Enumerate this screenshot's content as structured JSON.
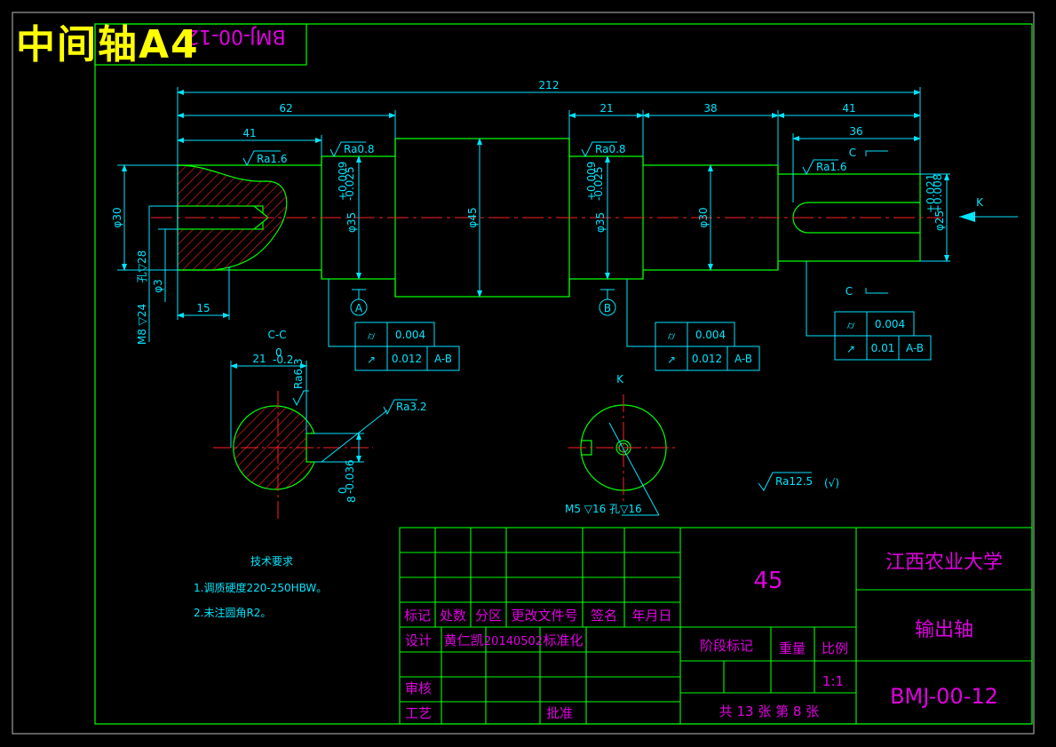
{
  "overlay_title": "中间轴A4",
  "corner_box_text": "BMJ-00-12",
  "dimensions": {
    "total_length": "212",
    "left_62": "62",
    "left_41": "41",
    "mid_21": "21",
    "mid_38": "38",
    "right_41": "41",
    "right_36": "36",
    "keyway_15": "15",
    "d30_left": "φ30",
    "d35_left": "φ35",
    "d35_tol_upper": "+0.009",
    "d35_tol_lower": "-0.025",
    "d45": "φ45",
    "d35_right": "φ35",
    "d30_right": "φ30",
    "d25": "φ25",
    "d25_tol_upper": "+0.021",
    "d25_tol_lower": "+0.008",
    "hole_28": "孔▽28",
    "thread_m8": "M8 ▽24",
    "d3": "φ3",
    "k_label": "K",
    "c_label_top": "C",
    "c_label_bottom": "C"
  },
  "roughness": {
    "ra16_left": "Ra1.6",
    "ra08_left": "Ra0.8",
    "ra08_right": "Ra0.8",
    "ra16_right": "Ra1.6",
    "ra63": "Ra6.3",
    "ra32": "Ra3.2",
    "ra125": "Ra12.5",
    "general_mark": "(√)"
  },
  "datums": {
    "a": "A",
    "b": "B"
  },
  "tolerance_frames": [
    {
      "sym1": "⌭",
      "val1": "0.004",
      "sym2": "↗",
      "val2": "0.012",
      "ref": "A-B"
    },
    {
      "sym1": "⌭",
      "val1": "0.004",
      "sym2": "↗",
      "val2": "0.012",
      "ref": "A-B"
    },
    {
      "sym1": "⌭",
      "val1": "0.004",
      "sym2": "↗",
      "val2": "0.01",
      "ref": "A-B"
    }
  ],
  "section_cc": {
    "label": "C-C",
    "width_dim": "21",
    "width_tol_upper": "0",
    "width_tol_lower": "-0.2",
    "depth_dim": "8",
    "depth_tol_upper": "0",
    "depth_tol_lower": "-0.036"
  },
  "view_k": {
    "label": "K",
    "thread_note": "M5 ▽16  孔▽16"
  },
  "tech_requirements": {
    "heading": "技术要求",
    "line1": "1.调质硬度220-250HBW。",
    "line2": "2.未注圆角R2。"
  },
  "title_block": {
    "material": "45",
    "university": "江西农业大学",
    "part_name": "输出轴",
    "drawing_no": "BMJ-00-12",
    "hdr_mark": "标记",
    "hdr_qty": "处数",
    "hdr_zone": "分区",
    "hdr_doc": "更改文件号",
    "hdr_sign": "签名",
    "hdr_date": "年月日",
    "design_label": "设计",
    "designer": "黄仁凯",
    "design_date": "20140502",
    "standardize": "标准化",
    "stage_mark": "阶段标记",
    "weight": "重量",
    "scale_label": "比例",
    "scale_value": "1:1",
    "review": "审核",
    "process": "工艺",
    "approve": "批准",
    "sheets": "共 13 张 第 8 张"
  },
  "colors": {
    "background": "#000000",
    "outline": "#00ff00",
    "dimension": "#00e5ff",
    "centerline": "#ff2020",
    "title_text": "#e000e0",
    "overlay": "#ffff00",
    "hatch": "#ff2020"
  }
}
